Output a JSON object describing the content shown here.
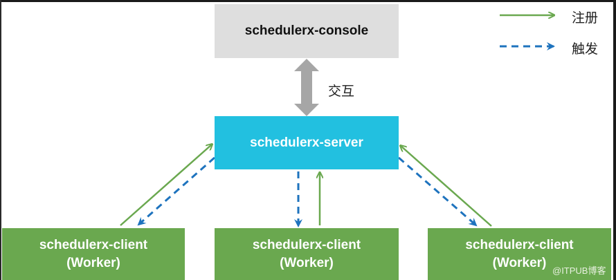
{
  "nodes": {
    "console": "schedulerx-console",
    "server": "schedulerx-server",
    "clients": [
      {
        "name": "schedulerx-client",
        "role": "(Worker)"
      },
      {
        "name": "schedulerx-client",
        "role": "(Worker)"
      },
      {
        "name": "schedulerx-client",
        "role": "(Worker)"
      }
    ]
  },
  "edges": {
    "interaction_label": "交互"
  },
  "legend": {
    "register": "注册",
    "trigger": "触发"
  },
  "colors": {
    "register": "#6aa84f",
    "trigger": "#1e73be",
    "interaction": "#a6a6a6",
    "server": "#22c0e0",
    "console": "#dedede",
    "client": "#6aa84f"
  },
  "watermark": "@ITPUB博客"
}
